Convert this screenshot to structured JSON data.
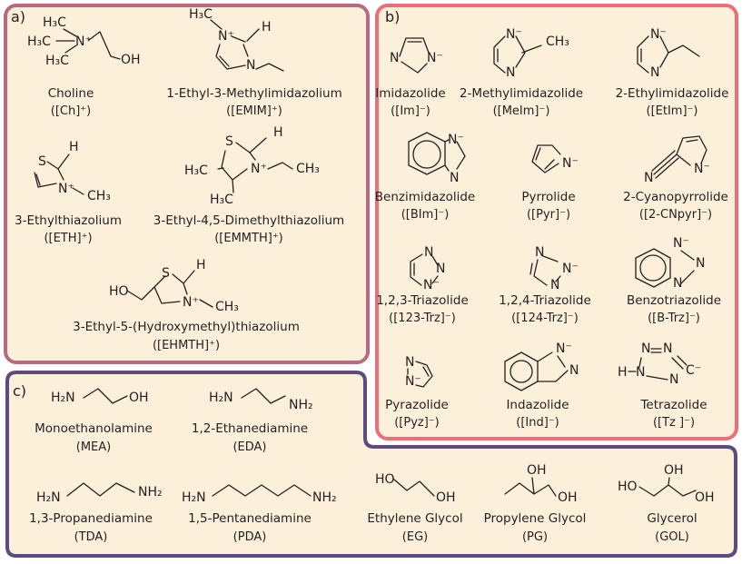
{
  "colors": {
    "panel_fill": "#fdf0da",
    "panel_a_border": "#b86a7e",
    "panel_b_border": "#ee6e78",
    "panel_c_border": "#5c4a80",
    "ink": "#231f20"
  },
  "panels": {
    "a": {
      "tag": "a)",
      "items": [
        {
          "name": "Choline",
          "abbr": "([Ch]⁺)"
        },
        {
          "name": "1-Ethyl-3-Methylimidazolium",
          "abbr": "([EMIM]⁺)"
        },
        {
          "name": "3-Ethylthiazolium",
          "abbr": "([ETH]⁺)"
        },
        {
          "name": "3-Ethyl-4,5-Dimethylthiazolium",
          "abbr": "([EMMTH]⁺)"
        },
        {
          "name": "3-Ethyl-5-(Hydroxymethyl)thiazolium",
          "abbr": "([EHMTH]⁺)"
        }
      ]
    },
    "b": {
      "tag": "b)",
      "items": [
        {
          "name": "Imidazolide",
          "abbr": "([Im]⁻)"
        },
        {
          "name": "2-Methylimidazolide",
          "abbr": "([MeIm]⁻)"
        },
        {
          "name": "2-Ethylimidazolide",
          "abbr": "([EtIm]⁻)"
        },
        {
          "name": "Benzimidazolide",
          "abbr": "([BIm]⁻)"
        },
        {
          "name": "Pyrrolide",
          "abbr": "([Pyr]⁻)"
        },
        {
          "name": "2-Cyanopyrrolide",
          "abbr": "([2-CNpyr]⁻)"
        },
        {
          "name": "1,2,3-Triazolide",
          "abbr": "([123-Trz]⁻)"
        },
        {
          "name": "1,2,4-Triazolide",
          "abbr": "([124-Trz]⁻)"
        },
        {
          "name": "Benzotriazolide",
          "abbr": "([B-Trz]⁻)"
        },
        {
          "name": "Pyrazolide",
          "abbr": "([Pyz]⁻)"
        },
        {
          "name": "Indazolide",
          "abbr": "([Ind]⁻)"
        },
        {
          "name": "Tetrazolide",
          "abbr": "([Tz ]⁻)"
        }
      ]
    },
    "c": {
      "tag": "c)",
      "items": [
        {
          "name": "Monoethanolamine",
          "abbr": "(MEA)"
        },
        {
          "name": "1,2-Ethanediamine",
          "abbr": "(EDA)"
        },
        {
          "name": "1,3-Propanediamine",
          "abbr": "(TDA)"
        },
        {
          "name": "1,5-Pentanediamine",
          "abbr": "(PDA)"
        },
        {
          "name": "Ethylene Glycol",
          "abbr": "(EG)"
        },
        {
          "name": "Propylene Glycol",
          "abbr": "(PG)"
        },
        {
          "name": "Glycerol",
          "abbr": "(GOL)"
        }
      ]
    }
  },
  "atoms": {
    "H3C": "H₃C",
    "CH3": "CH₃",
    "H2N": "H₂N",
    "NH2": "NH₂",
    "N": "N",
    "Nplus": "N⁺",
    "Nminus": "N⁻",
    "S": "S",
    "H": "H",
    "OH": "OH",
    "HO": "HO",
    "Cminus": "C⁻"
  }
}
